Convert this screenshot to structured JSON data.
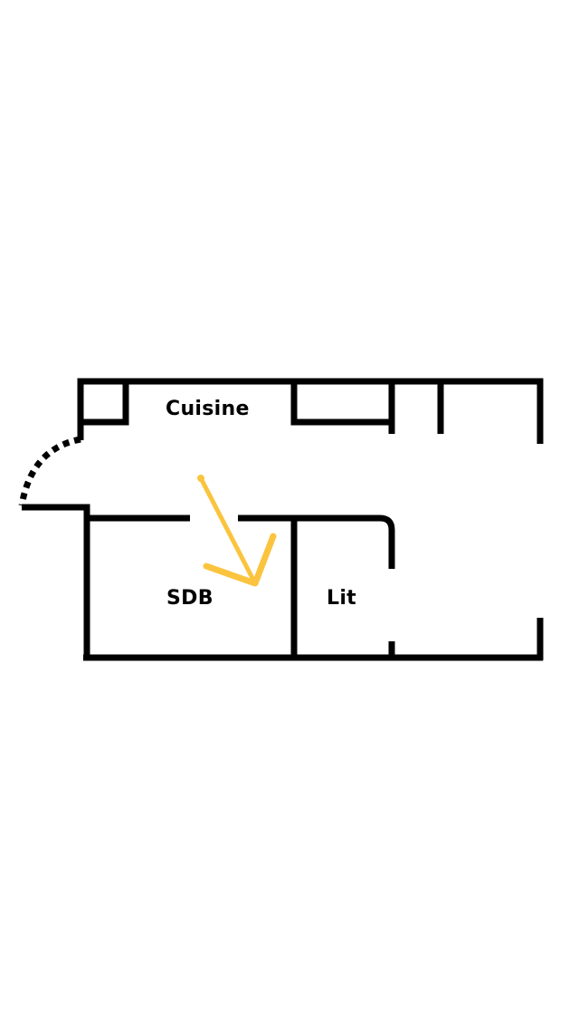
{
  "floor_plan": {
    "rooms": {
      "kitchen": "Cuisine",
      "bathroom": "SDB",
      "bed": "Lit"
    },
    "colors": {
      "walls": "#000000",
      "arrow": "#FBC43F",
      "background": "#FFFFFF"
    },
    "icons": {
      "arrow": "arrow-down-right-icon",
      "door": "door-swing-icon"
    }
  }
}
